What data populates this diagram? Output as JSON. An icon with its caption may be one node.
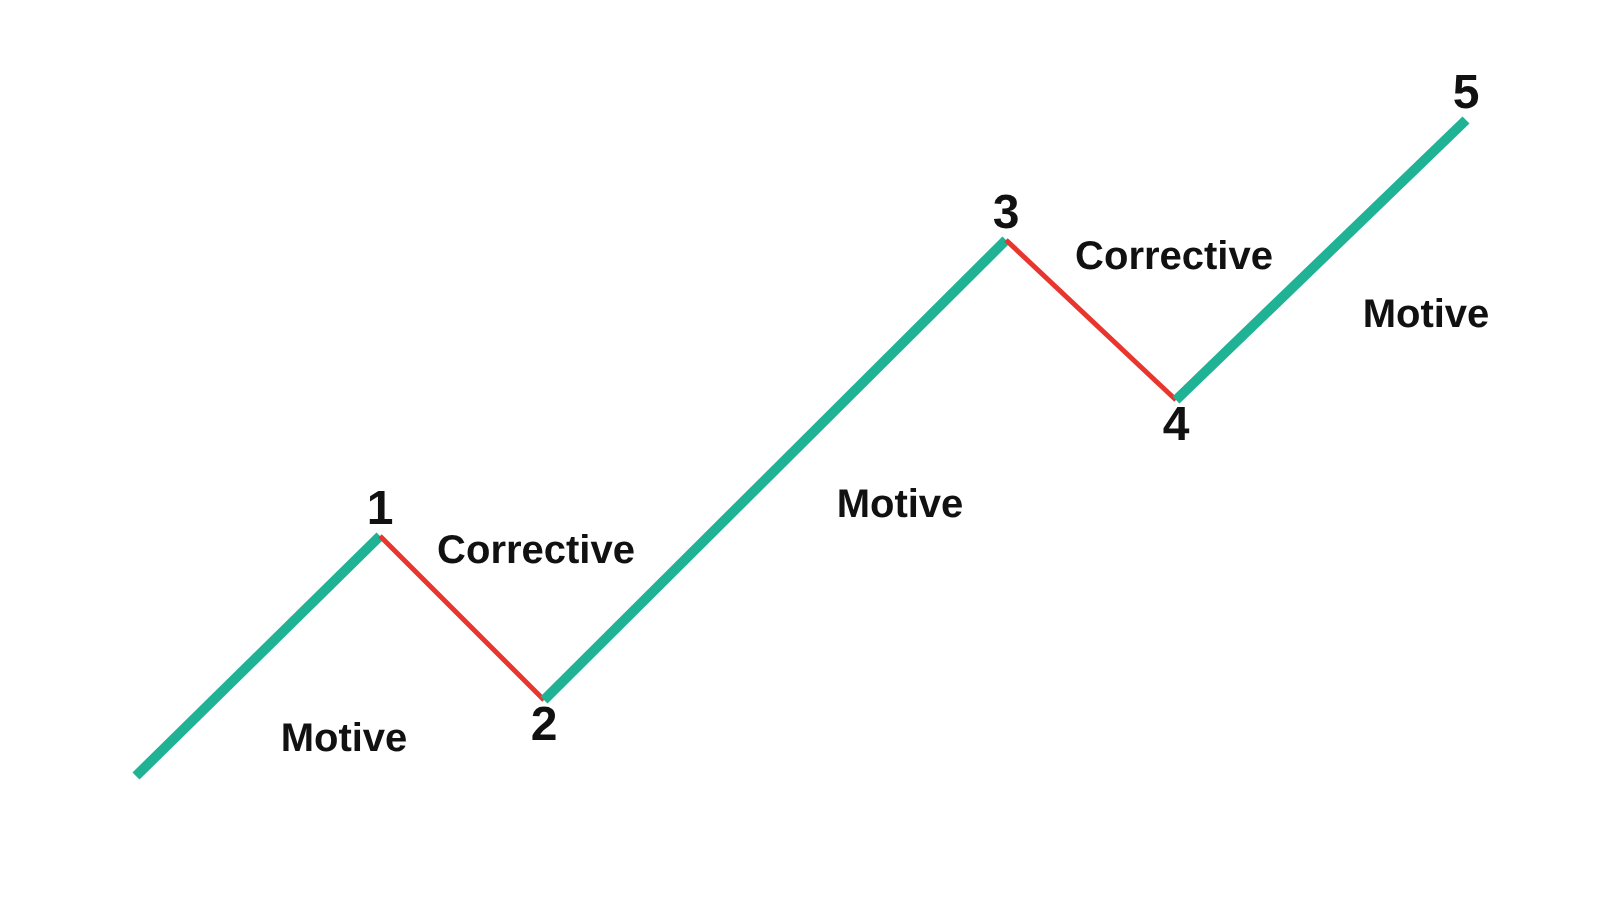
{
  "diagram": {
    "nodes": [
      {
        "text": [
          "1"
        ]
      },
      {
        "text": [
          "2"
        ]
      },
      {
        "text": [
          "3"
        ]
      },
      {
        "text": [
          "4"
        ]
      },
      {
        "text": [
          "5"
        ]
      }
    ],
    "edges": [
      {
        "from": null,
        "to": 0,
        "arrow": "none",
        "label": "Motive"
      },
      {
        "from": 0,
        "to": 1,
        "arrow": "none",
        "label": "Corrective",
        "color": "#e8352e"
      },
      {
        "from": 1,
        "to": 2,
        "arrow": "none",
        "label": "Motive"
      },
      {
        "from": 2,
        "to": 3,
        "arrow": "none",
        "label": "Corrective",
        "color": "#e8352e"
      },
      {
        "from": 3,
        "to": 4,
        "arrow": "none",
        "label": "Motive"
      }
    ]
  }
}
